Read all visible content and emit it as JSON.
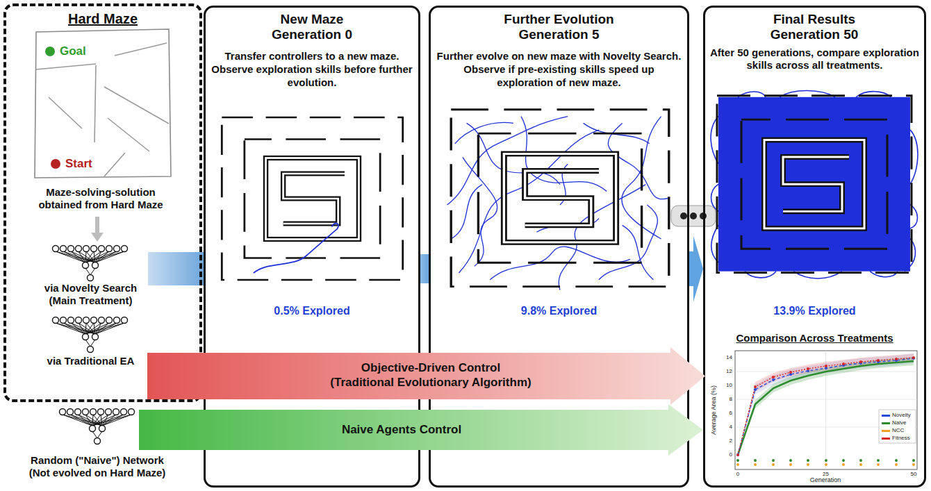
{
  "diagram": {
    "nodes": [
      {
        "text": [
          "Hard Maze"
        ]
      },
      {
        "text": [
          "via Novelty Search (Main Treatment)"
        ],
        "in": 0
      },
      {
        "text": [
          "via Traditional EA"
        ],
        "in": 0
      },
      {
        "text": [
          "Random (\"Naive\") Network (Not evolved on Hard Maze)"
        ]
      },
      {
        "text": [
          "New Maze Generation 0",
          "Transfer controllers to a new maze. Observe exploration skills before further evolution.",
          "0.5% Explored"
        ]
      },
      {
        "text": [
          "Further Evolution Generation 5",
          "Further evolve on new maze with Novelty Search. Observe if pre-existing skills speed up exploration of new maze.",
          "9.8% Explored"
        ]
      },
      {
        "text": [
          "Final Results Generation 50",
          "After 50 generations, compare exploration skills across all treatments.",
          "13.9% Explored"
        ]
      },
      {
        "text": [
          "Objective-Driven Control",
          "(Traditional Evolutionary Algorithm)"
        ]
      },
      {
        "text": [
          "Naive Agents Control"
        ]
      }
    ],
    "edges": [
      {
        "from": 1,
        "to": 4,
        "arrow": "none"
      },
      {
        "from": 4,
        "to": 5,
        "arrow": "none"
      },
      {
        "from": 5,
        "to": 6,
        "arrow": "to"
      }
    ],
    "labels": [
      "Goal",
      "Start",
      "Maze-solving-solution obtained from Hard Maze",
      "Comparison Across Treatments",
      "Average Area (%)",
      "Generation",
      "0",
      "2",
      "4",
      "6",
      "8",
      "10",
      "12",
      "14",
      "0",
      "25",
      "50"
    ],
    "legend": [
      {
        "text": "Novelty",
        "color": "#2b4bd6"
      },
      {
        "text": "Naive",
        "color": "#2e8b2e"
      },
      {
        "text": "NCC",
        "color": "#f0a020"
      },
      {
        "text": "Fitness",
        "color": "#d62728"
      }
    ]
  }
}
